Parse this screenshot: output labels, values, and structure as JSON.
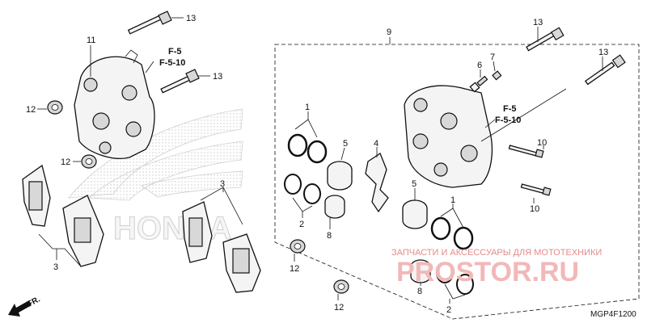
{
  "watermark": {
    "brand_logo": "HONDA",
    "line1": "ЗАПЧАСТИ И АКСЕССУАРЫ ДЛЯ МОТОТЕХНИКИ",
    "line2": "PROSTOR.RU"
  },
  "refs": {
    "left_f5": "F-5",
    "left_f510": "F-5-10",
    "right_f5": "F-5",
    "right_f510": "F-5-10"
  },
  "callouts": {
    "c13a": "13",
    "c13b": "13",
    "c13c": "13",
    "c13d": "13",
    "c11": "11",
    "c12a": "12",
    "c12b": "12",
    "c12c": "12",
    "c12d": "12",
    "c3a": "3",
    "c3b": "3",
    "c9": "9",
    "c1a": "1",
    "c1b": "1",
    "c2a": "2",
    "c2b": "2",
    "c5a": "5",
    "c5b": "5",
    "c8a": "8",
    "c8b": "8",
    "c4": "4",
    "c6": "6",
    "c7": "7",
    "c10a": "10",
    "c10b": "10"
  },
  "fr_label": "FR.",
  "diagram_code": "MGP4F1200"
}
